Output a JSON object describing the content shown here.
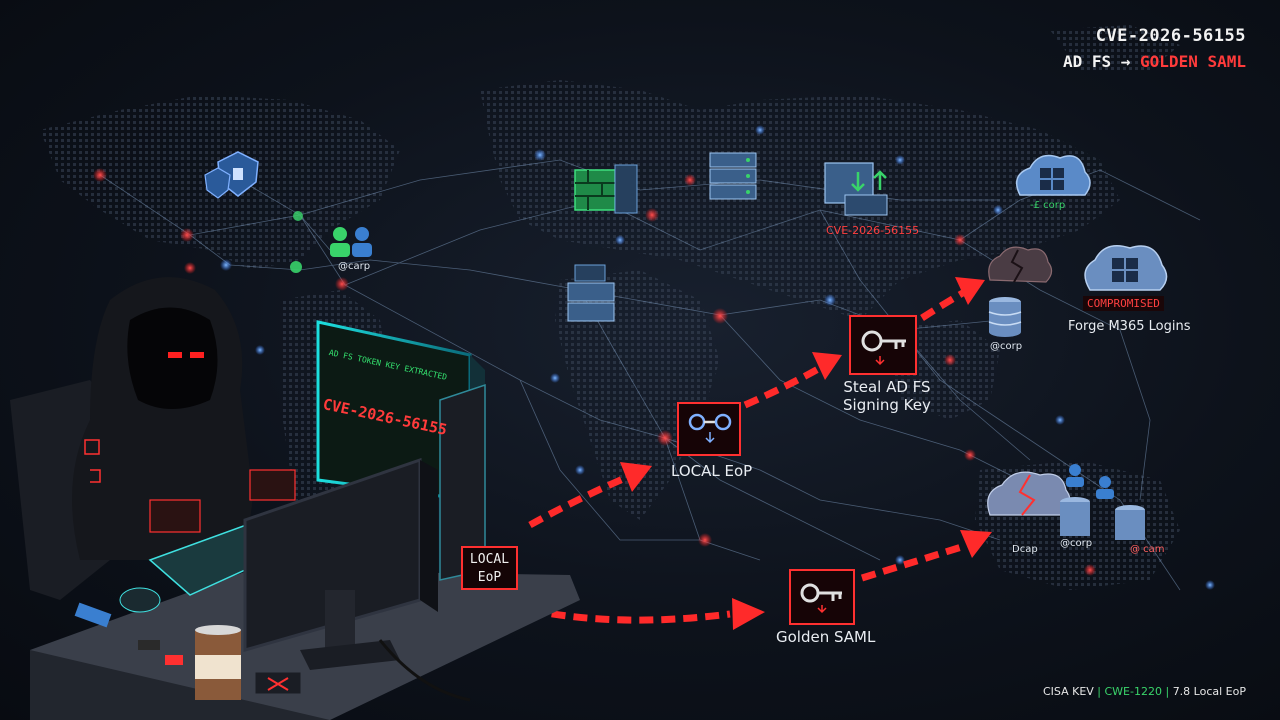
{
  "header": {
    "cve": "CVE-2026-56155",
    "chain_prefix": "AD FS →",
    "chain_highlight": "GOLDEN SAML"
  },
  "terminal": {
    "line1": "AD FS TOKEN KEY EXTRACTED",
    "cve": "CVE-2026-56155"
  },
  "nodes": {
    "corp_user": "@carp",
    "server_cve": "CVE-2026-56155",
    "cloud_top": "-£ corp",
    "compromised": "COMPROMISED",
    "forge": "Forge M365 Logins",
    "db_corp": "@corp",
    "bottom_corp1": "Dcap",
    "bottom_corp2": "@corp",
    "bottom_corp3": "@ cam"
  },
  "steps": {
    "desk_local_line1": "LOCAL",
    "desk_local_line2": "EoP",
    "local_eop": "LOCAL EoP",
    "steal_line1": "Steal AD FS",
    "steal_line2": "Signing Key",
    "golden_saml": "Golden SAML"
  },
  "cup": {
    "label": "LOCAL"
  },
  "footer": {
    "kev": "CISA KEV",
    "cwe": "CWE-1220",
    "score": "7.8 Local EoP"
  },
  "colors": {
    "accent_red": "#ff3030",
    "accent_green": "#39d36a",
    "cyan_glow": "#3fe0e0"
  }
}
